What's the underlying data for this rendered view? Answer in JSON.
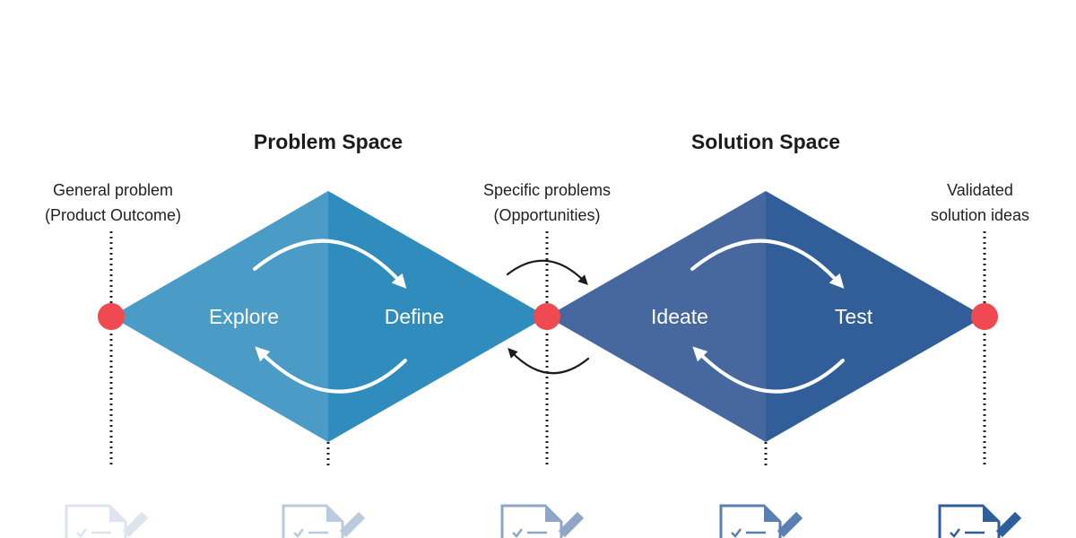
{
  "colors": {
    "problem_left": "#4a9cc6",
    "problem_right": "#2f8cbd",
    "solution_left": "#47689f",
    "solution_right": "#315e98",
    "dot": "#ef4a52",
    "dotted_line": "#222222",
    "loop_arrow": "#ffffff",
    "link_arrow": "#1c1c1c"
  },
  "headings": {
    "problem": "Problem Space",
    "solution": "Solution Space"
  },
  "markers": {
    "general": {
      "line1": "General problem",
      "line2": "(Product Outcome)"
    },
    "specific": {
      "line1": "Specific problems",
      "line2": "(Opportunities)"
    },
    "validated": {
      "line1": "Validated",
      "line2": "solution ideas"
    }
  },
  "phases": {
    "explore": "Explore",
    "define": "Define",
    "ideate": "Ideate",
    "test": "Test"
  },
  "icons": [
    {
      "name": "document-pencil-icon",
      "shade": "#dde4ee"
    },
    {
      "name": "document-pencil-icon",
      "shade": "#bccadd"
    },
    {
      "name": "document-pencil-icon",
      "shade": "#8fa6c8"
    },
    {
      "name": "document-pencil-icon",
      "shade": "#5a7fb2"
    },
    {
      "name": "document-pencil-icon",
      "shade": "#2f5e9c"
    }
  ]
}
